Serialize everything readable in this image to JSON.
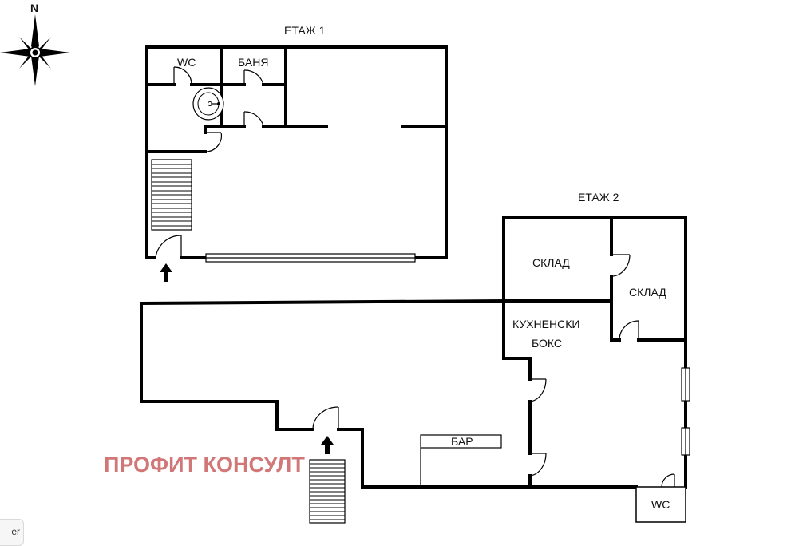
{
  "compass": {
    "north_label": "N",
    "icon": "compass-rose-icon"
  },
  "floor1": {
    "title": "ЕТАЖ 1",
    "rooms": {
      "wc": "WC",
      "bathroom": "БАНЯ"
    }
  },
  "floor2": {
    "title": "ЕТАЖ 2",
    "rooms": {
      "storage_1": "СКЛАД",
      "storage_2": "СКЛАД",
      "kitchen_line1": "КУХНЕНСКИ",
      "kitchen_line2": "БОКС",
      "bar": "БАР",
      "wc": "WC"
    }
  },
  "watermark": "ПРОФИТ КОНСУЛТ",
  "corner_chip_text": "er"
}
